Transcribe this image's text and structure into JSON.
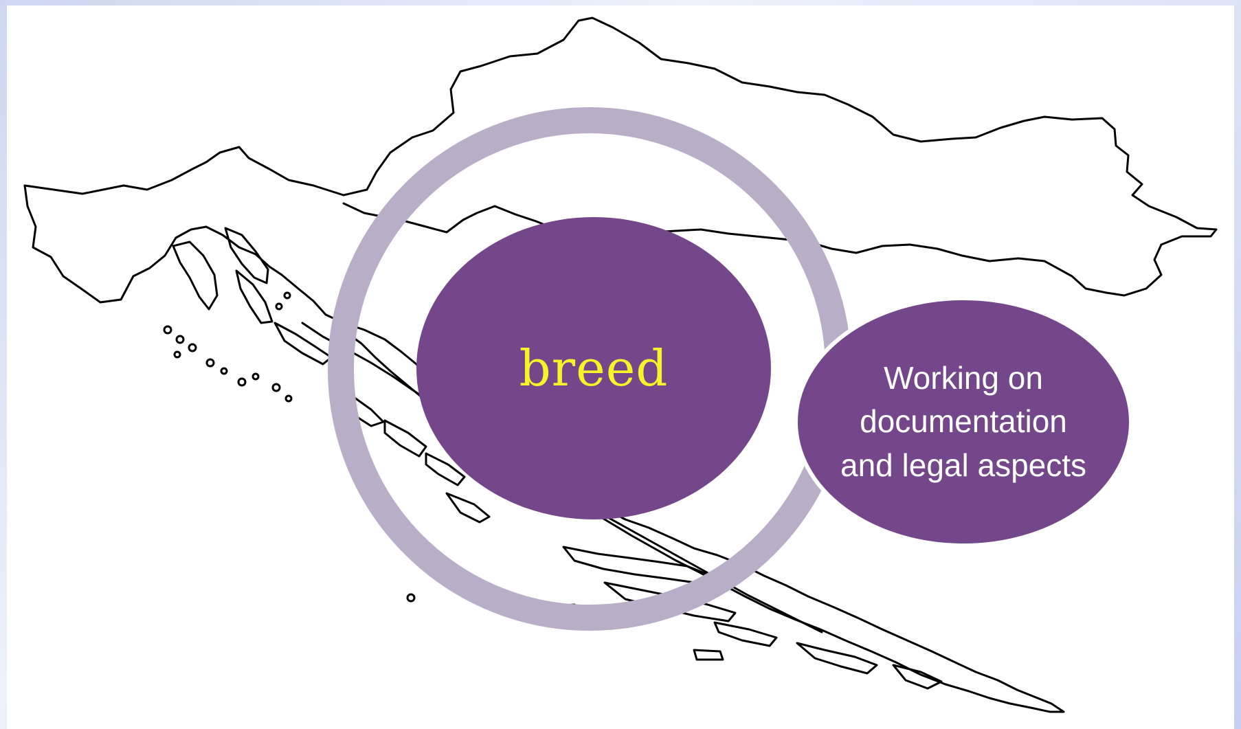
{
  "diagram": {
    "center_label": "breed",
    "side_label_lines": [
      "Working on",
      "documentation",
      "and legal aspects"
    ]
  },
  "colors": {
    "circle_fill": "#74478a",
    "ring": "#b9aec8",
    "center_text": "#f5f32a",
    "side_text": "#ffffff",
    "map_outline": "#000000"
  },
  "icons": {
    "background_map": "croatia-map-outline"
  }
}
